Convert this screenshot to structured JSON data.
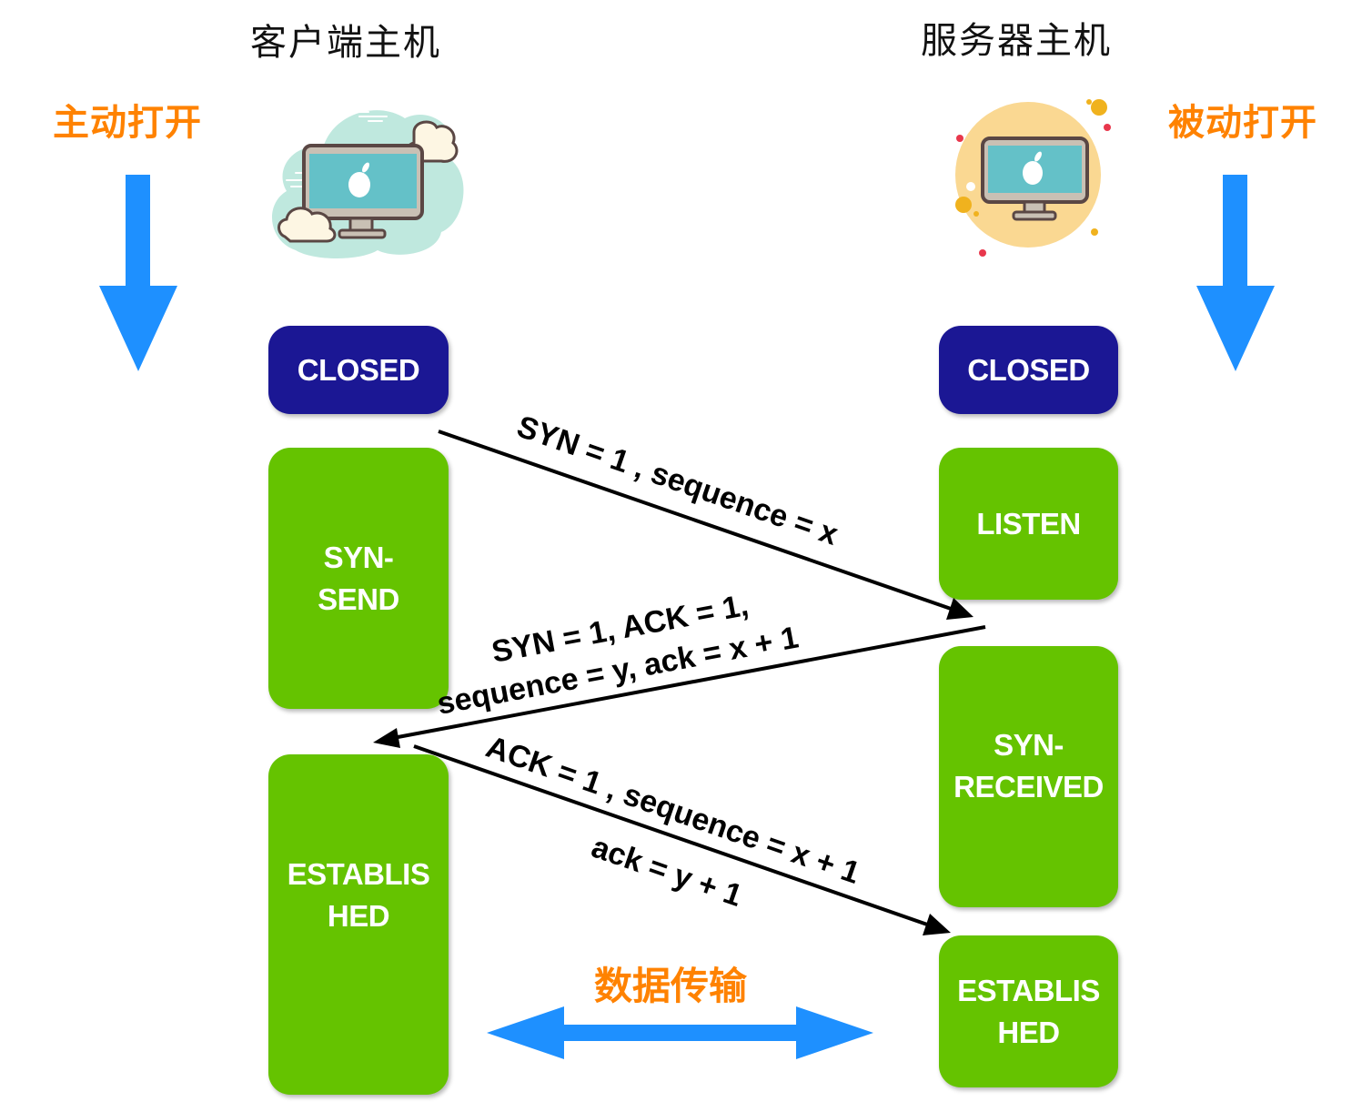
{
  "client": {
    "title": "客户端主机",
    "mode": "主动打开",
    "icon": "imac-cloud-icon",
    "states": [
      {
        "id": "closed",
        "label": "CLOSED"
      },
      {
        "id": "syn-send",
        "label": "SYN-\nSEND"
      },
      {
        "id": "established",
        "label": "ESTABLIS\nHED"
      }
    ]
  },
  "server": {
    "title": "服务器主机",
    "mode": "被动打开",
    "icon": "imac-sun-icon",
    "states": [
      {
        "id": "closed",
        "label": "CLOSED"
      },
      {
        "id": "listen",
        "label": "LISTEN"
      },
      {
        "id": "syn-received",
        "label": "SYN-\nRECEIVED"
      },
      {
        "id": "established",
        "label": "ESTABLIS\nHED"
      }
    ]
  },
  "messages": [
    {
      "id": "syn",
      "direction": "client-to-server",
      "lines": [
        "SYN = 1 , sequence = x"
      ]
    },
    {
      "id": "syn-ack",
      "direction": "server-to-client",
      "lines": [
        "SYN = 1, ACK = 1,",
        "sequence = y, ack = x + 1"
      ]
    },
    {
      "id": "ack",
      "direction": "client-to-server",
      "lines": [
        "ACK = 1 , sequence = x + 1",
        "ack = y + 1"
      ]
    }
  ],
  "data_transfer": {
    "label": "数据传输"
  },
  "colors": {
    "closed": "#1b1794",
    "state_green": "#65c300",
    "accent_orange": "#ff8200",
    "arrow_blue": "#1e90ff"
  }
}
